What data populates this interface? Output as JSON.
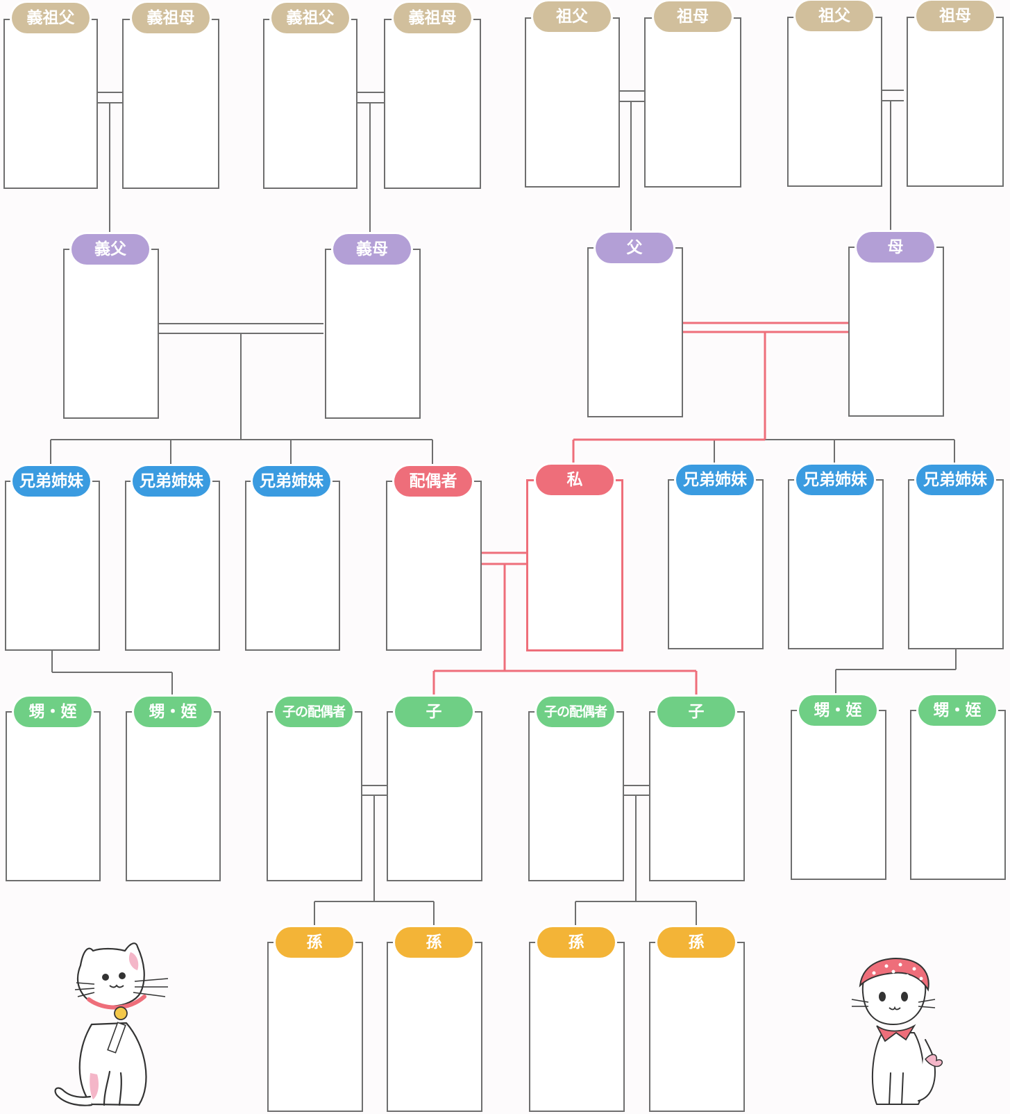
{
  "labels": {
    "gifu_grandfather": "義祖父",
    "gifu_grandmother": "義祖母",
    "grandfather": "祖父",
    "grandmother": "祖母",
    "father_in_law": "義父",
    "mother_in_law": "義母",
    "father": "父",
    "mother": "母",
    "sibling": "兄弟姉妹",
    "spouse": "配偶者",
    "me": "私",
    "nephew_niece": "甥・姪",
    "child_spouse": "子の配偶者",
    "child": "子",
    "grandchild": "孫"
  },
  "colors": {
    "grandparent_tag": "#d1bf9c",
    "parent_tag": "#b39fd6",
    "sibling_tag": "#3a9be0",
    "self_tag": "#ee6e7a",
    "child_tag": "#6fcf85",
    "grandchild_tag": "#f3b437",
    "line_gray": "#6e6e6e",
    "line_highlight": "#ee6e7a"
  },
  "illustrations": {
    "left": "cat-with-bell-collar",
    "right": "cat-with-bandana"
  }
}
